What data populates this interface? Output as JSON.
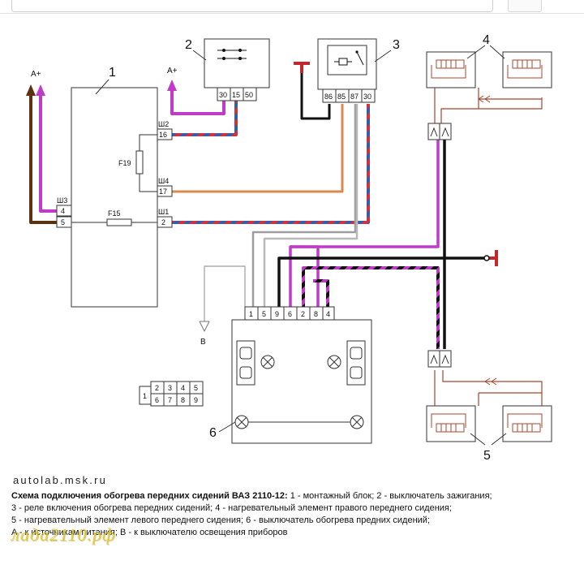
{
  "diagram": {
    "callouts": {
      "c1": "1",
      "c2": "2",
      "c3": "3",
      "c4": "4",
      "c5": "5",
      "c6": "6"
    },
    "power_labels": {
      "left": "A+",
      "right": "A+"
    },
    "block": {
      "connectors": {
        "sh1": "Ш1",
        "sh2": "Ш2",
        "sh3": "Ш3",
        "sh4": "Ш4"
      },
      "pins": {
        "p16": "16",
        "p17": "17",
        "p4": "4",
        "p5": "5",
        "p2": "2"
      },
      "fuses": {
        "f19": "F19",
        "f15": "F15"
      }
    },
    "ignition_pins": [
      "30",
      "15",
      "50"
    ],
    "relay_pins": [
      "86",
      "85",
      "87",
      "30"
    ],
    "switch_pins": [
      "1",
      "5",
      "9",
      "6",
      "2",
      "8",
      "4"
    ],
    "lamp_output": "B",
    "plug_grid": {
      "side": "1",
      "top": [
        "2",
        "3",
        "4",
        "5"
      ],
      "bottom": [
        "6",
        "7",
        "8",
        "9"
      ]
    }
  },
  "footer": {
    "site": "autolab.msk.ru",
    "title": "Схема подключения обогрева передних сидений ВАЗ 2110-12:",
    "line1": " 1 - монтажный блок; 2 - выключатель зажигания;",
    "line2": "3 - реле включения обогрева передних сидений; 4 - нагревательный элемент правого переднего сидения;",
    "line3": "5 - нагревательный элемент левого переднего сидения; 6 - выключатель обогрева предних сидений;",
    "line4": "A - к источникам питания; B - к выключателю освещения приборов",
    "watermark": "лада2110.рф"
  }
}
